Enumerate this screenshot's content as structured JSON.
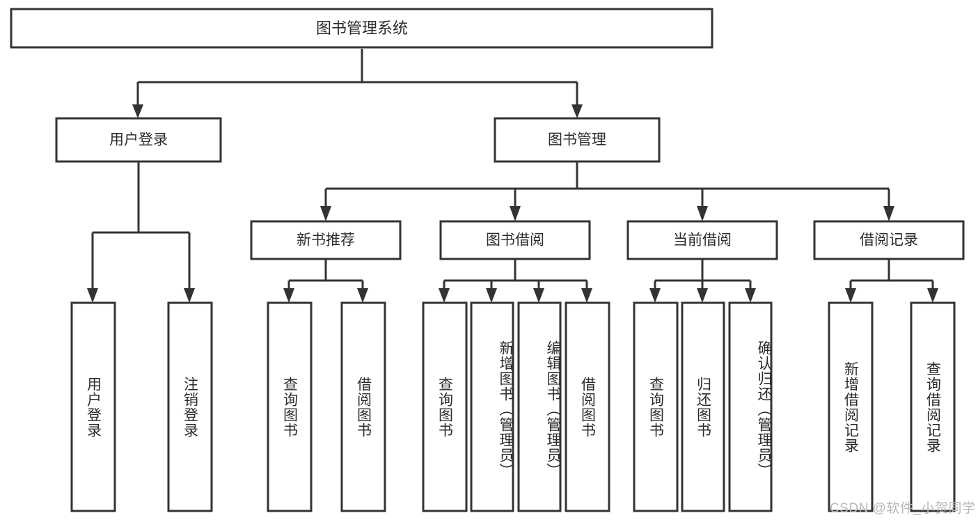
{
  "diagram": {
    "title": "图书管理系统",
    "type": "tree-hierarchy-chart",
    "background_color": "#ffffff",
    "line_color": "#333333",
    "text_color": "#2b2b2b",
    "root": {
      "id": "root",
      "label": "图书管理系统"
    },
    "level1": [
      {
        "id": "user-login",
        "label": "用户登录"
      },
      {
        "id": "book-management",
        "label": "图书管理"
      }
    ],
    "level2": [
      {
        "id": "new-book-recommend",
        "label": "新书推荐"
      },
      {
        "id": "book-borrow",
        "label": "图书借阅"
      },
      {
        "id": "current-borrow",
        "label": "当前借阅"
      },
      {
        "id": "borrow-record",
        "label": "借阅记录"
      }
    ],
    "leaves": {
      "user_login": [
        {
          "id": "leaf-user-login",
          "label": "用户登录"
        },
        {
          "id": "leaf-logout-login",
          "label": "注销登录"
        }
      ],
      "new_book_recommend": [
        {
          "id": "leaf-query-book-1",
          "label": "查询图书"
        },
        {
          "id": "leaf-borrow-book-1",
          "label": "借阅图书"
        }
      ],
      "book_borrow": [
        {
          "id": "leaf-query-book-2",
          "label": "查询图书"
        },
        {
          "id": "leaf-add-book",
          "label": "新增图书（管理员）"
        },
        {
          "id": "leaf-edit-book",
          "label": "编辑图书（管理员）"
        },
        {
          "id": "leaf-borrow-book-2",
          "label": "借阅图书"
        }
      ],
      "current_borrow": [
        {
          "id": "leaf-query-book-3",
          "label": "查询图书"
        },
        {
          "id": "leaf-return-book",
          "label": "归还图书"
        },
        {
          "id": "leaf-confirm-return",
          "label": "确认归还（管理员）"
        }
      ],
      "borrow_record": [
        {
          "id": "leaf-add-borrow-record",
          "label": "新增借阅记录"
        },
        {
          "id": "leaf-query-borrow-record",
          "label": "查询借阅记录"
        }
      ]
    }
  },
  "watermark": {
    "text": "CSDN @软件_小贺同学"
  }
}
